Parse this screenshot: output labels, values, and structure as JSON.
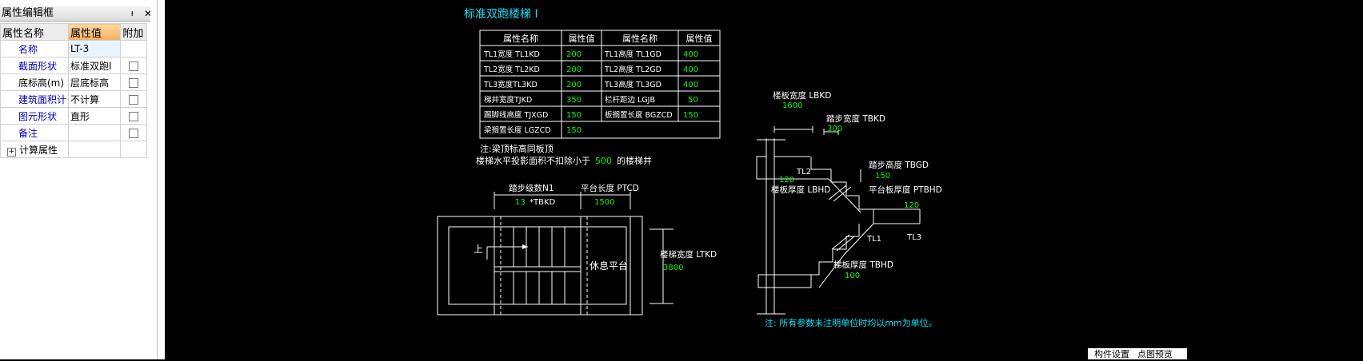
{
  "panel": {
    "title": "属性编辑框",
    "pin": "ᵼ",
    "close": "✕",
    "headers": {
      "name": "属性名称",
      "value": "属性值",
      "extra": "附加"
    },
    "rows": [
      {
        "name": "名称",
        "value": "LT-3"
      },
      {
        "name": "截面形状",
        "value": "标准双跑I"
      },
      {
        "name": "底标高(m)",
        "value": "层底标高"
      },
      {
        "name": "建筑面积计",
        "value": "不计算"
      },
      {
        "name": "图元形状",
        "value": "直形"
      },
      {
        "name": "备注",
        "value": ""
      }
    ],
    "expand_row": "计算属性"
  },
  "drawing": {
    "title": "标准双跑楼梯 I",
    "table_headers": [
      "属性名称",
      "属性值",
      "属性名称",
      "属性值"
    ],
    "table_rows": [
      [
        "TL1宽度 TL1KD",
        "200",
        "TL1高度 TL1GD",
        "400"
      ],
      [
        "TL2宽度 TL2KD",
        "200",
        "TL2高度 TL2GD",
        "400"
      ],
      [
        "TL3宽度TL3KD",
        "200",
        "TL3高度 TL3GD",
        "400"
      ],
      [
        "梯井宽度TJKD",
        "350",
        "栏杆距边 LGJB",
        "50"
      ],
      [
        "踢脚线高度 TJXGD",
        "150",
        "板搁置长度 BGZCD",
        "150"
      ],
      [
        "梁搁置长度 LGZCD",
        "150",
        "",
        ""
      ]
    ],
    "note1": "注:梁顶标高同板顶",
    "note2_pre": "楼梯水平投影面积不扣除小于",
    "note2_val": "500",
    "note2_post": "的楼梯井",
    "plan": {
      "steps_label": "踏步级数N1",
      "steps_value": "13",
      "steps_mult": "*TBKD",
      "platform_len_label": "平台长度 PTCD",
      "platform_len_value": "1500",
      "up_label": "上",
      "rest_label": "休息平台",
      "width_label": "楼梯宽度 LTKD",
      "width_value": "3800"
    },
    "section": {
      "lbkd_label": "楼板宽度 LBKD",
      "lbkd_value": "1600",
      "tbkd_label": "踏步宽度 TBKD",
      "tbkd_value": "300",
      "tbgd_label": "踏步高度 TBGD",
      "tbgd_value": "150",
      "tl2": "TL2",
      "lbhd_value": "120",
      "lbhd_label": "楼板厚度 LBHD",
      "ptbhd_label": "平台板厚度 PTBHD",
      "ptbhd_value": "120",
      "tl1": "TL1",
      "tl3": "TL3",
      "tbhd_label": "梯板厚度 TBHD",
      "tbhd_value": "100"
    },
    "bottom_note": "注: 所有参数未注明单位时均以mm为单位。"
  },
  "tabs": [
    "构件设置",
    "点图预览"
  ]
}
